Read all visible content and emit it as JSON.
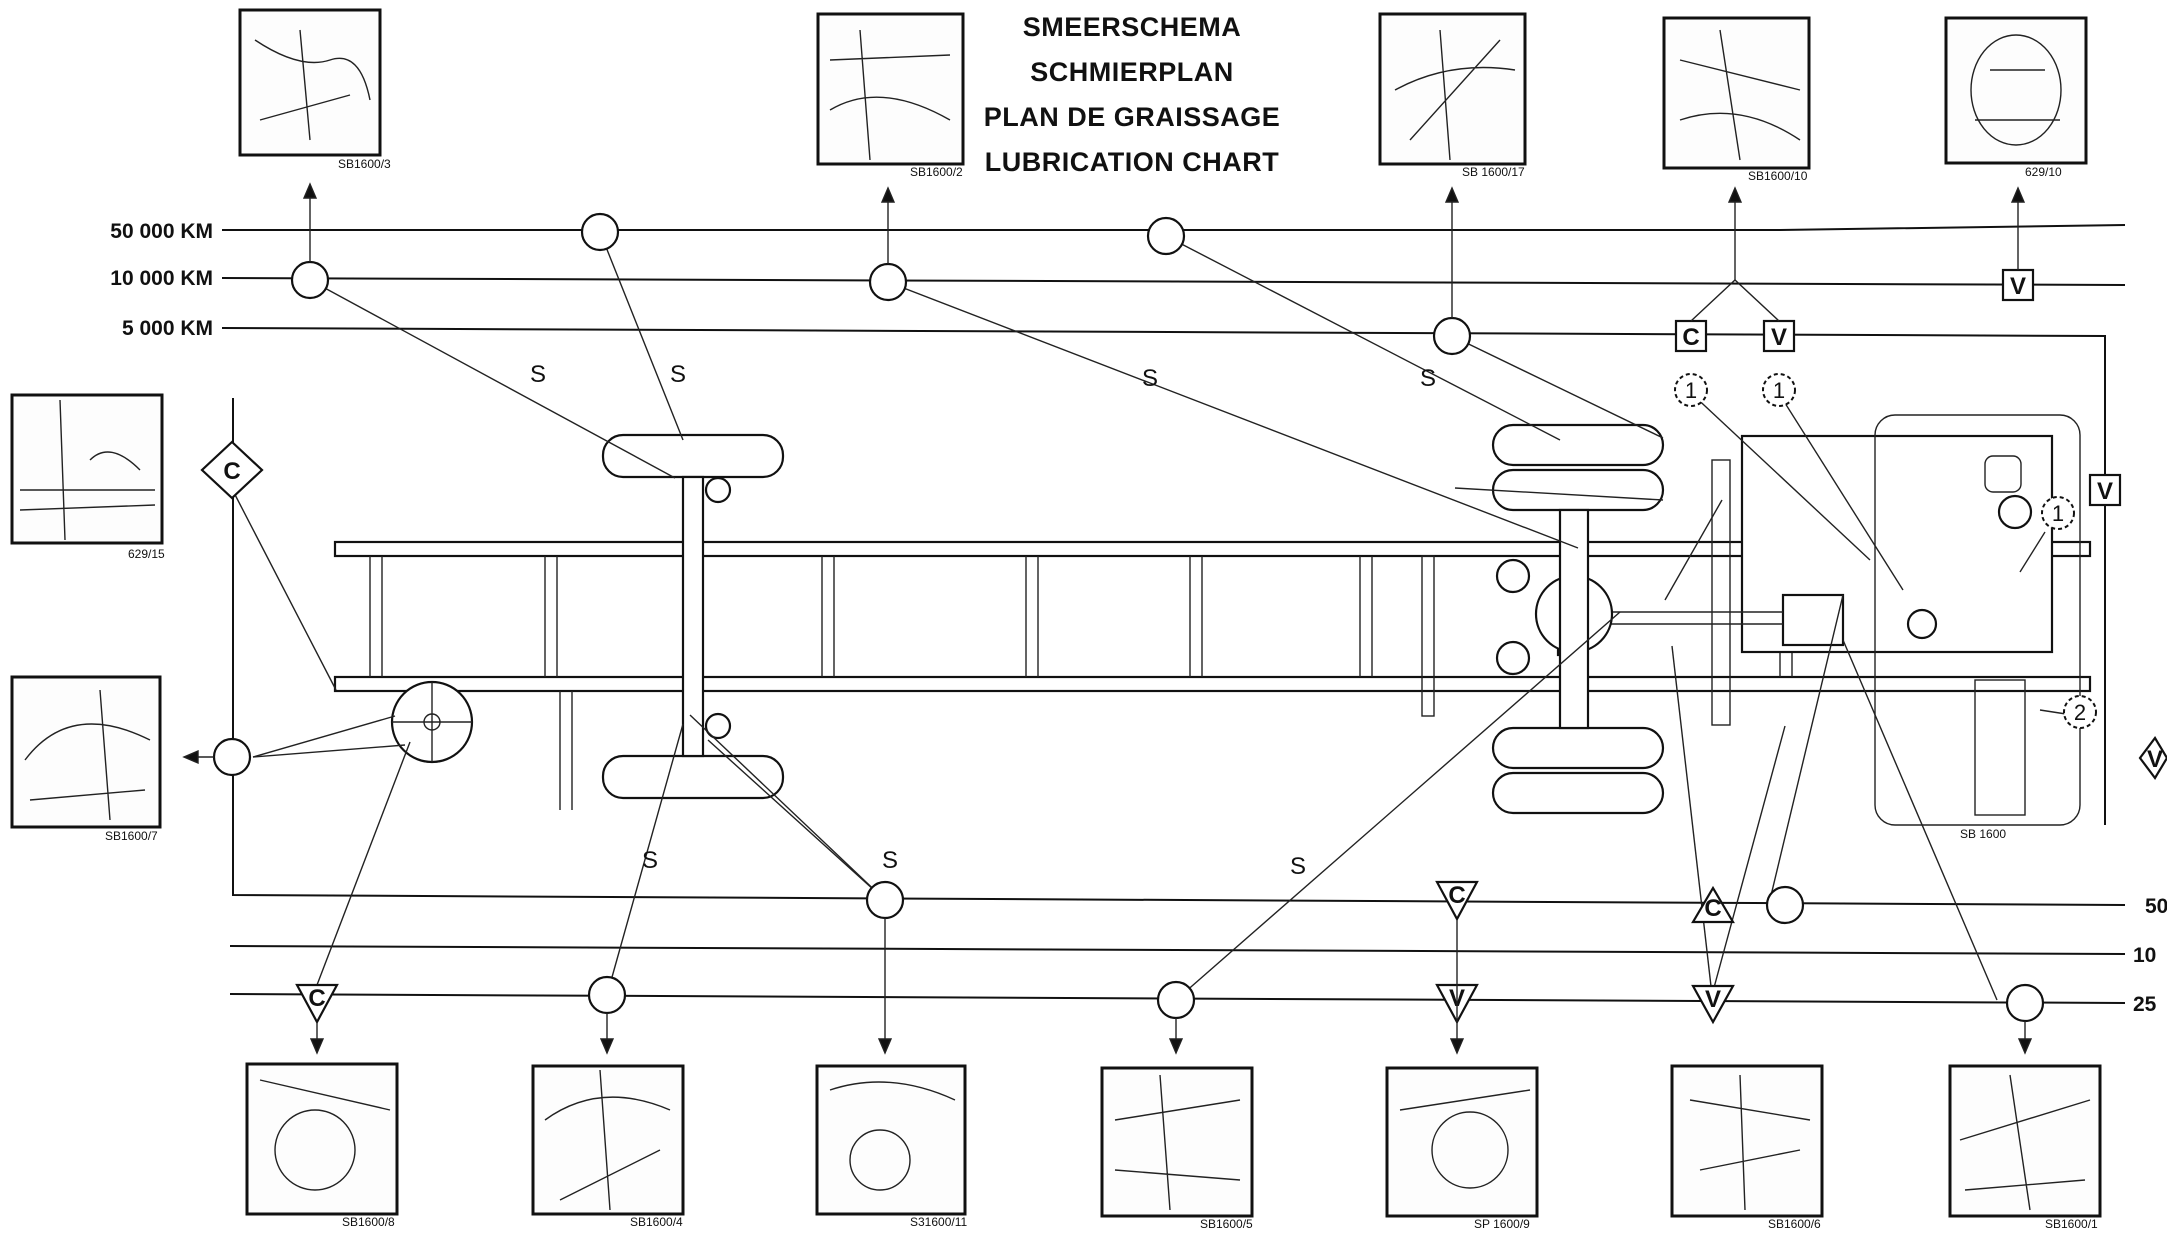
{
  "title": [
    "SMEERSCHEMA",
    "SCHMIERPLAN",
    "PLAN DE GRAISSAGE",
    "LUBRICATION CHART"
  ],
  "intervals_left": [
    "50 000 KM",
    "10 000 KM",
    "5 000 KM"
  ],
  "intervals_right": [
    "50",
    "10",
    "25"
  ],
  "service_label": "S",
  "symbols": {
    "check": "C",
    "replace": "V"
  },
  "numbers": {
    "one": "1",
    "two": "2"
  },
  "chassis_code": "SB 1600",
  "photo_codes": {
    "top": [
      "SB1600/3",
      "SB1600/2",
      "SB 1600/17",
      "SB1600/10",
      "629/10"
    ],
    "left": [
      "629/15",
      "SB1600/7"
    ],
    "bottom": [
      "SB1600/8",
      "SB1600/4",
      "S31600/11",
      "SB1600/5",
      "SP 1600/9",
      "SB1600/6",
      "SB1600/1"
    ]
  },
  "colors": {
    "ink": "#111111",
    "paper": "#ffffff"
  }
}
